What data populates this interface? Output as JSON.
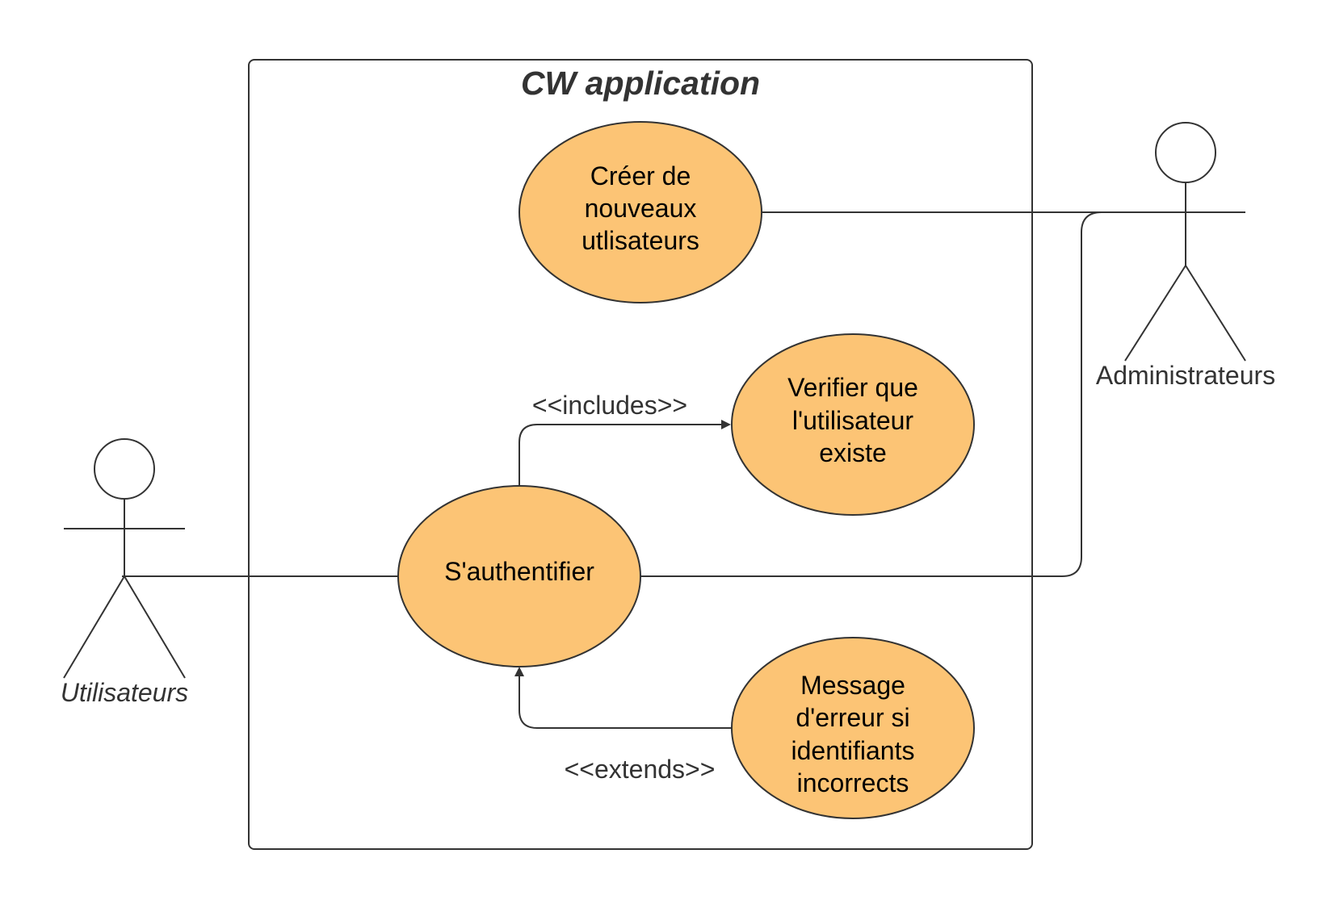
{
  "system": {
    "title": "CW application"
  },
  "actors": {
    "utilisateurs": {
      "name": "Utilisateurs"
    },
    "administrateurs": {
      "name": "Administrateurs"
    }
  },
  "use_cases": {
    "creer": {
      "lines": [
        "Créer de",
        "nouveaux",
        "utlisateurs"
      ]
    },
    "verifier": {
      "lines": [
        "Verifier que",
        "l'utilisateur",
        "existe"
      ]
    },
    "authentifier": {
      "lines": [
        "S'authentifier"
      ]
    },
    "message": {
      "lines": [
        "Message",
        "d'erreur si",
        "identifiants",
        "incorrects"
      ]
    }
  },
  "relations": {
    "includes": "<<includes>>",
    "extends": "<<extends>>"
  },
  "colors": {
    "use_case_fill": "#FCC475",
    "stroke": "#333333",
    "text": "#333333"
  }
}
